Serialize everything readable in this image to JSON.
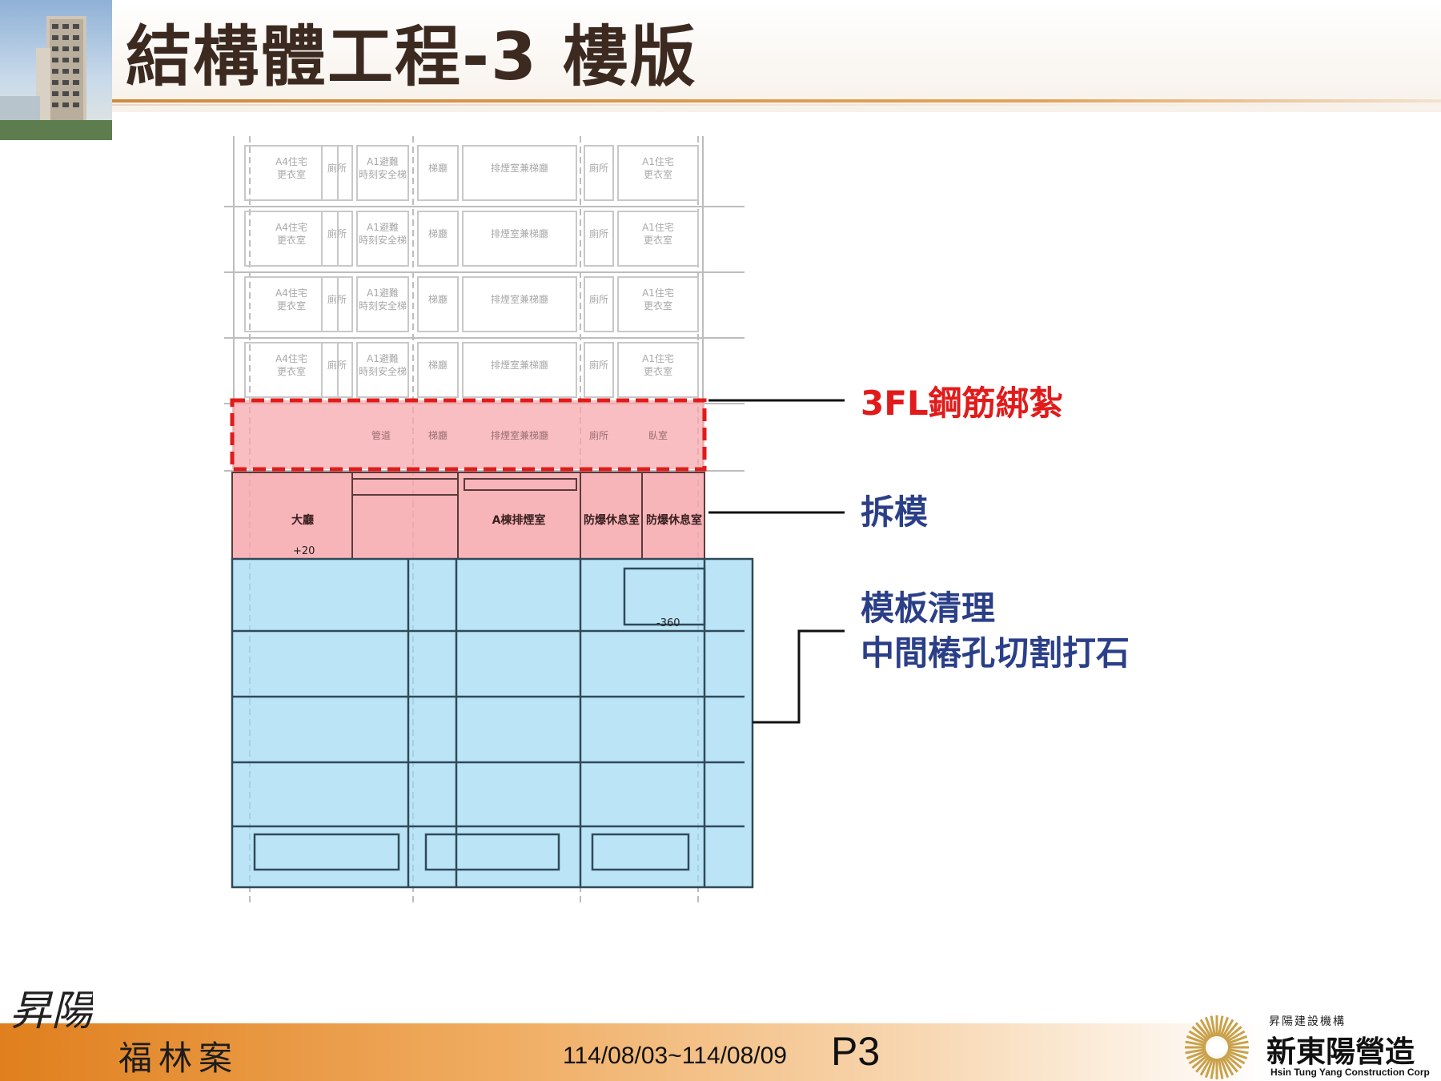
{
  "header": {
    "title": "結構體工程-3 樓版"
  },
  "drawing": {
    "upper_floor_rooms": [
      {
        "lines": [
          "A4住宅",
          "更衣室"
        ]
      },
      {
        "lines": [
          "廁所"
        ]
      },
      {
        "lines": [
          "A1避難",
          "時刻安全梯"
        ]
      },
      {
        "lines": [
          "梯廳"
        ]
      },
      {
        "lines": [
          "排煙室兼梯廳"
        ]
      },
      {
        "lines": [
          "廁所"
        ]
      },
      {
        "lines": [
          "A1住宅",
          "更衣室"
        ]
      }
    ],
    "third_floor_rooms": [
      "管道",
      "梯廳",
      "排煙室兼梯廳",
      "廁所",
      "臥室"
    ],
    "second_floor_rooms": [
      "大廳",
      "A棟排煙室",
      "防爆休息室",
      "防爆休息室"
    ],
    "level_labels": [
      "+20",
      "-360"
    ]
  },
  "callouts": {
    "rebar": "3FL鋼筋綁紮",
    "formwork_removal": "拆模",
    "cleanup_line1": "模板清理",
    "cleanup_line2": "中間樁孔切割打石"
  },
  "footer": {
    "calligraphy": "昇陽",
    "project": "福林案",
    "date_range": "114/08/03~114/08/09",
    "page": "P3",
    "company_tagline": "昇陽建設機構",
    "company_name": "新東陽營造",
    "company_english": "Hsin Tung Yang Construction Corp"
  },
  "colors": {
    "title": "#3c2a20",
    "accent_orange": "#e07f1d",
    "callout_red": "#e11b1b",
    "callout_blue": "#2b3f88",
    "highlight_pink": "#f7a8ad",
    "highlight_blue": "#9ed8f2"
  }
}
